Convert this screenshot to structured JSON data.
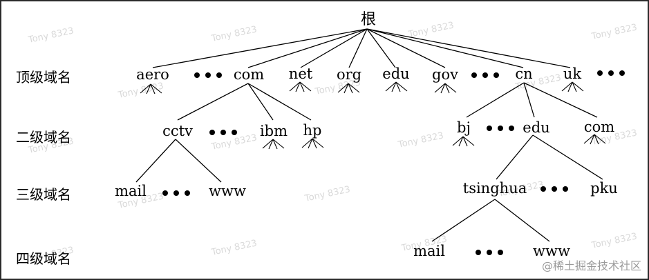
{
  "diagram": {
    "root": "根",
    "levels": [
      "顶级域名",
      "二级域名",
      "三级域名",
      "四级域名"
    ],
    "top_level": {
      "aero": "aero",
      "com": "com",
      "net": "net",
      "org": "org",
      "edu": "edu",
      "gov": "gov",
      "cn": "cn",
      "uk": "uk"
    },
    "second_level": {
      "cctv": "cctv",
      "ibm": "ibm",
      "hp": "hp",
      "bj": "bj",
      "edu": "edu",
      "com": "com"
    },
    "third_level": {
      "mail": "mail",
      "www": "www",
      "tsinghua": "tsinghua",
      "pku": "pku"
    },
    "fourth_level": {
      "mail": "mail",
      "www": "www"
    }
  },
  "watermark": "Tony 8323",
  "brand": "@稀土掘金技术社区"
}
